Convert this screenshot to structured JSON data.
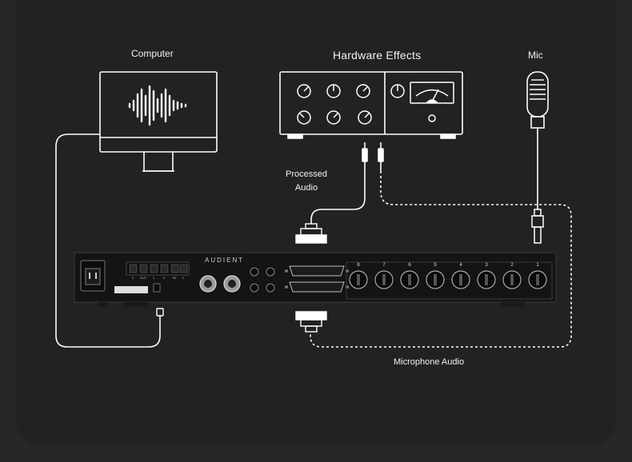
{
  "labels": {
    "computer": "Computer",
    "hardware_effects": "Hardware Effects",
    "mic": "Mic",
    "processed_line1": "Processed",
    "processed_line2": "Audio",
    "microphone_audio": "Microphone Audio",
    "brand": "AUDIENT"
  },
  "interface": {
    "channel_numbers": [
      "8",
      "7",
      "6",
      "5",
      "4",
      "3",
      "2",
      "1"
    ],
    "optical_ports": [
      "2",
      "OUT",
      "1",
      "2",
      "IN",
      "1"
    ]
  },
  "colors": {
    "background": "#272727",
    "panel": "#222222",
    "line": "#ffffff",
    "device": "#141414"
  }
}
